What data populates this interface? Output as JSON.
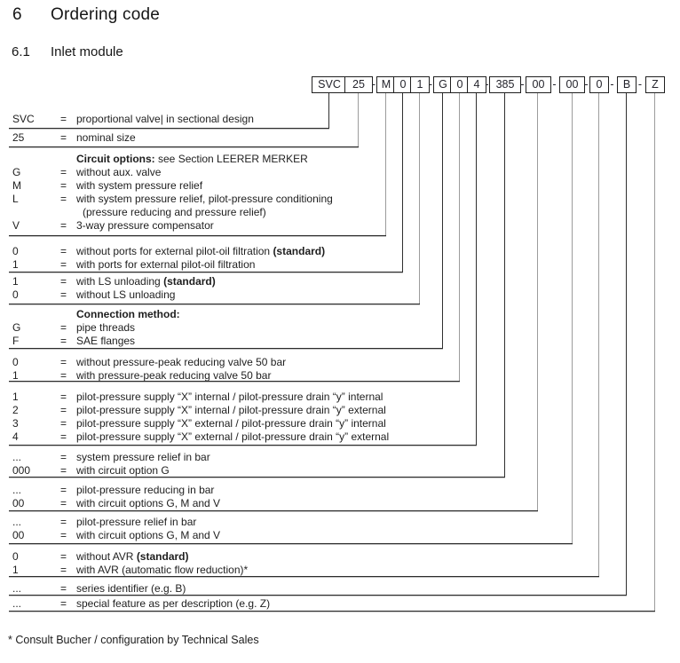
{
  "page": {
    "section_number": "6",
    "section_title": "Ordering code",
    "subsection_number": "6.1",
    "subsection_title": "Inlet module",
    "footnote": "* Consult Bucher / configuration by Technical Sales",
    "equals_sign": "="
  },
  "ordering_code": {
    "separator": "-",
    "boxes": [
      "SVC",
      "25",
      "M",
      "0",
      "1",
      "G",
      "0",
      "4",
      "385",
      "00",
      "00",
      "0",
      "B",
      "Z"
    ]
  },
  "blocks": [
    {
      "rows": [
        {
          "code": "SVC",
          "desc": "proportional valve| in sectional design"
        }
      ]
    },
    {
      "rows": [
        {
          "code": "25",
          "desc": "nominal size"
        }
      ]
    },
    {
      "rows": [
        {
          "header_bold": "Circuit options:",
          "header_rest": " see Section LEERER MERKER"
        },
        {
          "code": "G",
          "desc": "without aux. valve"
        },
        {
          "code": "M",
          "desc": "with system pressure relief"
        },
        {
          "code": "L",
          "desc": "with system pressure relief, pilot-pressure conditioning"
        },
        {
          "cont": "(pressure reducing and pressure relief)"
        },
        {
          "code": "V",
          "desc": "3-way pressure compensator"
        }
      ]
    },
    {
      "rows": [
        {
          "code": "0",
          "desc": "without ports for external pilot-oil filtration ",
          "bold": "(standard)"
        },
        {
          "code": "1",
          "desc": "with ports for external pilot-oil filtration"
        }
      ]
    },
    {
      "rows": [
        {
          "code": "1",
          "desc": "with LS unloading ",
          "bold": "(standard)"
        },
        {
          "code": "0",
          "desc": "without LS unloading"
        }
      ]
    },
    {
      "rows": [
        {
          "header_bold": "Connection method:",
          "header_rest": ""
        },
        {
          "code": "G",
          "desc": "pipe threads"
        },
        {
          "code": "F",
          "desc": "SAE flanges"
        }
      ]
    },
    {
      "rows": [
        {
          "code": "0",
          "desc": "without pressure-peak reducing valve 50 bar"
        },
        {
          "code": "1",
          "desc": "with pressure-peak reducing valve 50 bar"
        }
      ]
    },
    {
      "rows": [
        {
          "code": "1",
          "desc": "pilot-pressure supply “X” internal / pilot-pressure drain “y” internal"
        },
        {
          "code": "2",
          "desc": "pilot-pressure supply “X” internal / pilot-pressure drain “y” external"
        },
        {
          "code": "3",
          "desc": "pilot-pressure supply “X” external / pilot-pressure drain “y” internal"
        },
        {
          "code": "4",
          "desc": "pilot-pressure supply “X” external / pilot-pressure drain “y” external"
        }
      ]
    },
    {
      "rows": [
        {
          "code": "...",
          "desc": "system pressure relief in bar"
        },
        {
          "code": "000",
          "desc": "with circuit option G"
        }
      ]
    },
    {
      "rows": [
        {
          "code": "...",
          "desc": "pilot-pressure reducing in bar"
        },
        {
          "code": "00",
          "desc": "with circuit options G, M and V"
        }
      ]
    },
    {
      "rows": [
        {
          "code": "...",
          "desc": "pilot-pressure relief in bar"
        },
        {
          "code": "00",
          "desc": "with circuit options G, M and V"
        }
      ]
    },
    {
      "rows": [
        {
          "code": "0",
          "desc": "without AVR ",
          "bold": "(standard)"
        },
        {
          "code": "1",
          "desc": "with AVR (automatic flow reduction)*"
        }
      ]
    },
    {
      "rows": [
        {
          "code": "...",
          "desc": "series identifier (e.g. B)"
        }
      ]
    },
    {
      "rows": [
        {
          "code": "...",
          "desc": "special feature as per description (e.g. Z)"
        }
      ]
    }
  ]
}
